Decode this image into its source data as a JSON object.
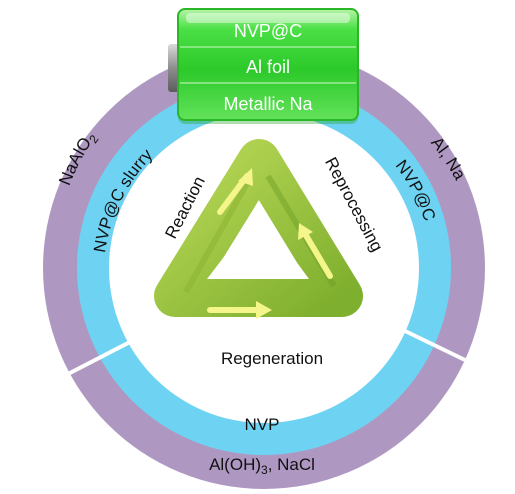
{
  "colors": {
    "outer_ring": "#AE98C2",
    "inner_ring": "#6ED3F2",
    "ring_divider": "#FFFFFF",
    "battery_green": "#3DDB3A",
    "triangle_green": "#9CC43A",
    "arrow_yellow": "#F4F58A"
  },
  "battery": {
    "layers": [
      "NVP@C",
      "Al foil",
      "Metallic Na"
    ]
  },
  "cycle": {
    "reaction": "Reaction",
    "reprocessing": "Reprocessing",
    "regeneration": "Regeneration"
  },
  "inner_ring_labels": {
    "left": "NVP@C slurry",
    "right": "NVP@C",
    "bottom": "NVP"
  },
  "outer_ring_labels": {
    "left_main": "NaAlO",
    "left_sub": "2",
    "right": "Al, Na",
    "bottom_a": "Al(OH)",
    "bottom_sub": "3",
    "bottom_b": ", NaCl"
  }
}
